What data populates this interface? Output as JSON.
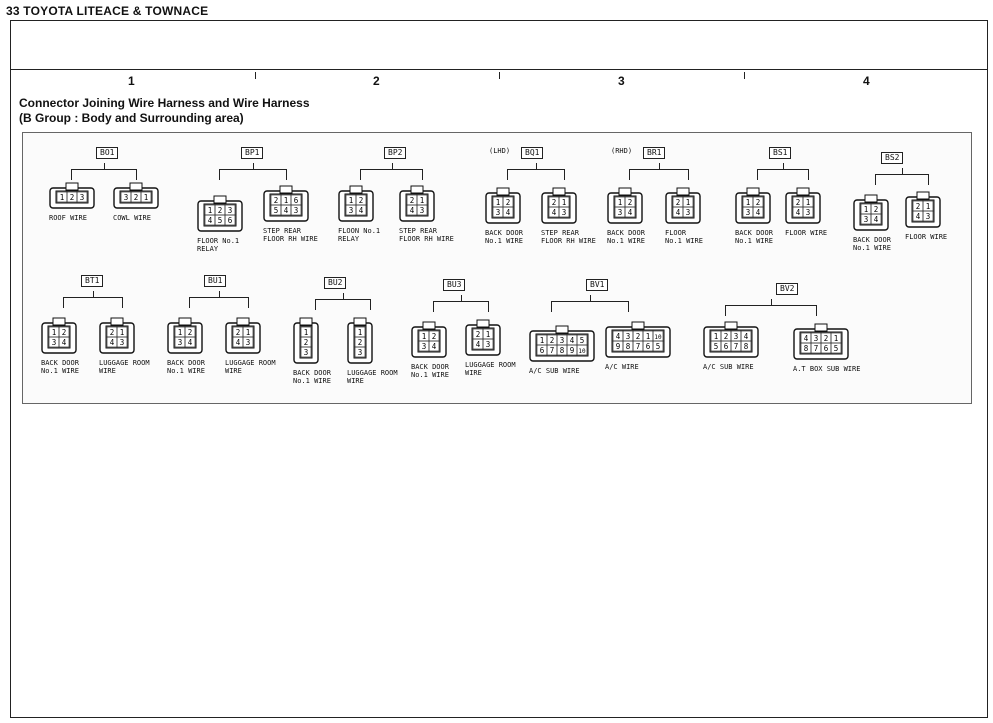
{
  "page": {
    "header": "33 TOYOTA LITEACE & TOWNACE",
    "columns": [
      "1",
      "2",
      "3",
      "4"
    ],
    "title_line1": "Connector Joining Wire Harness and Wire Harness",
    "title_line2": "(B Group : Body and Surrounding area)"
  },
  "groups": [
    {
      "code": "BO1",
      "tag": "",
      "conns": [
        {
          "pins": [
            "1",
            "2",
            "3"
          ],
          "label": "ROOF WIRE"
        },
        {
          "pins": [
            "3",
            "2",
            "1"
          ],
          "label": "COWL WIRE"
        }
      ]
    },
    {
      "code": "BP1",
      "tag": "",
      "conns": [
        {
          "pins": [
            "1",
            "2",
            "3",
            "4",
            "5",
            "6"
          ],
          "label": "FLOOR No.1\nRELAY"
        },
        {
          "pins": [
            "2",
            "1",
            "6",
            "5",
            "4",
            "3"
          ],
          "label": "STEP REAR\nFLOOR RH WIRE"
        }
      ]
    },
    {
      "code": "BP2",
      "tag": "",
      "conns": [
        {
          "pins": [
            "1",
            "2",
            "3",
            "4"
          ],
          "label": "FLOON No.1\nRELAY"
        },
        {
          "pins": [
            "2",
            "1",
            "4",
            "3"
          ],
          "label": "STEP REAR\nFLOOR RH WIRE"
        }
      ]
    },
    {
      "code": "BQ1",
      "tag": "(LHD)",
      "conns": [
        {
          "pins": [
            "1",
            "2",
            "3",
            "4"
          ],
          "label": "BACK DOOR\nNo.1 WIRE"
        },
        {
          "pins": [
            "2",
            "1",
            "4",
            "3"
          ],
          "label": "STEP REAR\nFLOOR RH WIRE"
        }
      ]
    },
    {
      "code": "BR1",
      "tag": "(RHD)",
      "conns": [
        {
          "pins": [
            "1",
            "2",
            "3",
            "4"
          ],
          "label": "BACK DOOR\nNo.1 WIRE"
        },
        {
          "pins": [
            "2",
            "1",
            "4",
            "3"
          ],
          "label": "FLOOR\nNo.1 WIRE"
        }
      ]
    },
    {
      "code": "BS1",
      "tag": "",
      "conns": [
        {
          "pins": [
            "1",
            "2",
            "3",
            "4"
          ],
          "label": "BACK DOOR\nNo.1 WIRE"
        },
        {
          "pins": [
            "2",
            "1",
            "4",
            "3"
          ],
          "label": "FLOOR WIRE"
        }
      ]
    },
    {
      "code": "BS2",
      "tag": "",
      "conns": [
        {
          "pins": [
            "1",
            "2",
            "3",
            "4"
          ],
          "label": "BACK DOOR\nNo.1 WIRE"
        },
        {
          "pins": [
            "2",
            "1",
            "4",
            "3"
          ],
          "label": "FLOOR WIRE"
        }
      ]
    },
    {
      "code": "BT1",
      "tag": "",
      "conns": [
        {
          "pins": [
            "1",
            "2",
            "3",
            "4"
          ],
          "label": "BACK DOOR\nNo.1 WIRE"
        },
        {
          "pins": [
            "2",
            "1",
            "4",
            "3"
          ],
          "label": "LUGGAGE ROOM\nWIRE"
        }
      ]
    },
    {
      "code": "BU1",
      "tag": "",
      "conns": [
        {
          "pins": [
            "1",
            "2",
            "3",
            "4"
          ],
          "label": "BACK DOOR\nNo.1 WIRE"
        },
        {
          "pins": [
            "2",
            "1",
            "4",
            "3"
          ],
          "label": "LUGGAGE ROOM\nWIRE"
        }
      ]
    },
    {
      "code": "BU2",
      "tag": "",
      "conns": [
        {
          "pins": [
            "1",
            "2",
            "3"
          ],
          "label": "BACK DOOR\nNo.1 WIRE"
        },
        {
          "pins": [
            "1",
            "2",
            "3"
          ],
          "label": "LUGGAGE ROOM\nWIRE"
        }
      ]
    },
    {
      "code": "BU3",
      "tag": "",
      "conns": [
        {
          "pins": [
            "1",
            "2",
            "3",
            "4"
          ],
          "label": "BACK DOOR\nNo.1 WIRE"
        },
        {
          "pins": [
            "2",
            "1",
            "4",
            "3"
          ],
          "label": "LUGGAGE ROOM\nWIRE"
        }
      ]
    },
    {
      "code": "BV1",
      "tag": "",
      "conns": [
        {
          "pins": [
            "1",
            "2",
            "3",
            "4",
            "5",
            "6",
            "7",
            "8",
            "9",
            "10"
          ],
          "label": "A/C SUB WIRE"
        },
        {
          "pins": [
            "4",
            "3",
            "2",
            "1",
            "10",
            "9",
            "8",
            "7",
            "6",
            "5"
          ],
          "label": "A/C WIRE"
        }
      ]
    },
    {
      "code": "BV2",
      "tag": "",
      "conns": [
        {
          "pins": [
            "1",
            "2",
            "3",
            "4",
            "5",
            "6",
            "7",
            "8"
          ],
          "label": "A/C SUB WIRE"
        },
        {
          "pins": [
            "4",
            "3",
            "2",
            "1",
            "8",
            "7",
            "6",
            "5"
          ],
          "label": "A.T BOX SUB WIRE"
        }
      ]
    }
  ]
}
